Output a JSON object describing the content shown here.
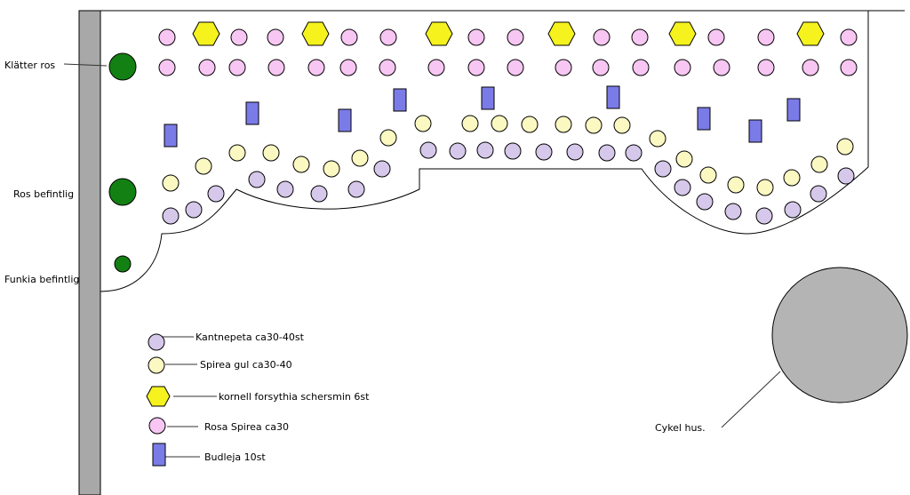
{
  "labels": {
    "klatter_ros": "Klätter ros",
    "ros_befintlig": "Ros befintlig",
    "funkia_befintlig": "Funkia befintlig",
    "cykel_hus": "Cykel hus."
  },
  "legend": {
    "kantnepeta": "Kantnepeta ca30-40st",
    "spirea_gul": "Spirea gul ca30-40",
    "kornell": "kornell forsythia schersmin 6st",
    "rosa_spirea": "Rosa Spirea ca30",
    "budleja": "Budleja 10st"
  },
  "colors": {
    "wall": "#a8a8a8",
    "pink": "#f7c6f2",
    "yellow_light": "#fbf8c2",
    "yellow_hex": "#f5f21e",
    "lavender": "#d6c8ea",
    "blue": "#7b7be8",
    "green": "#138013",
    "shed": "#b4b4b4"
  }
}
